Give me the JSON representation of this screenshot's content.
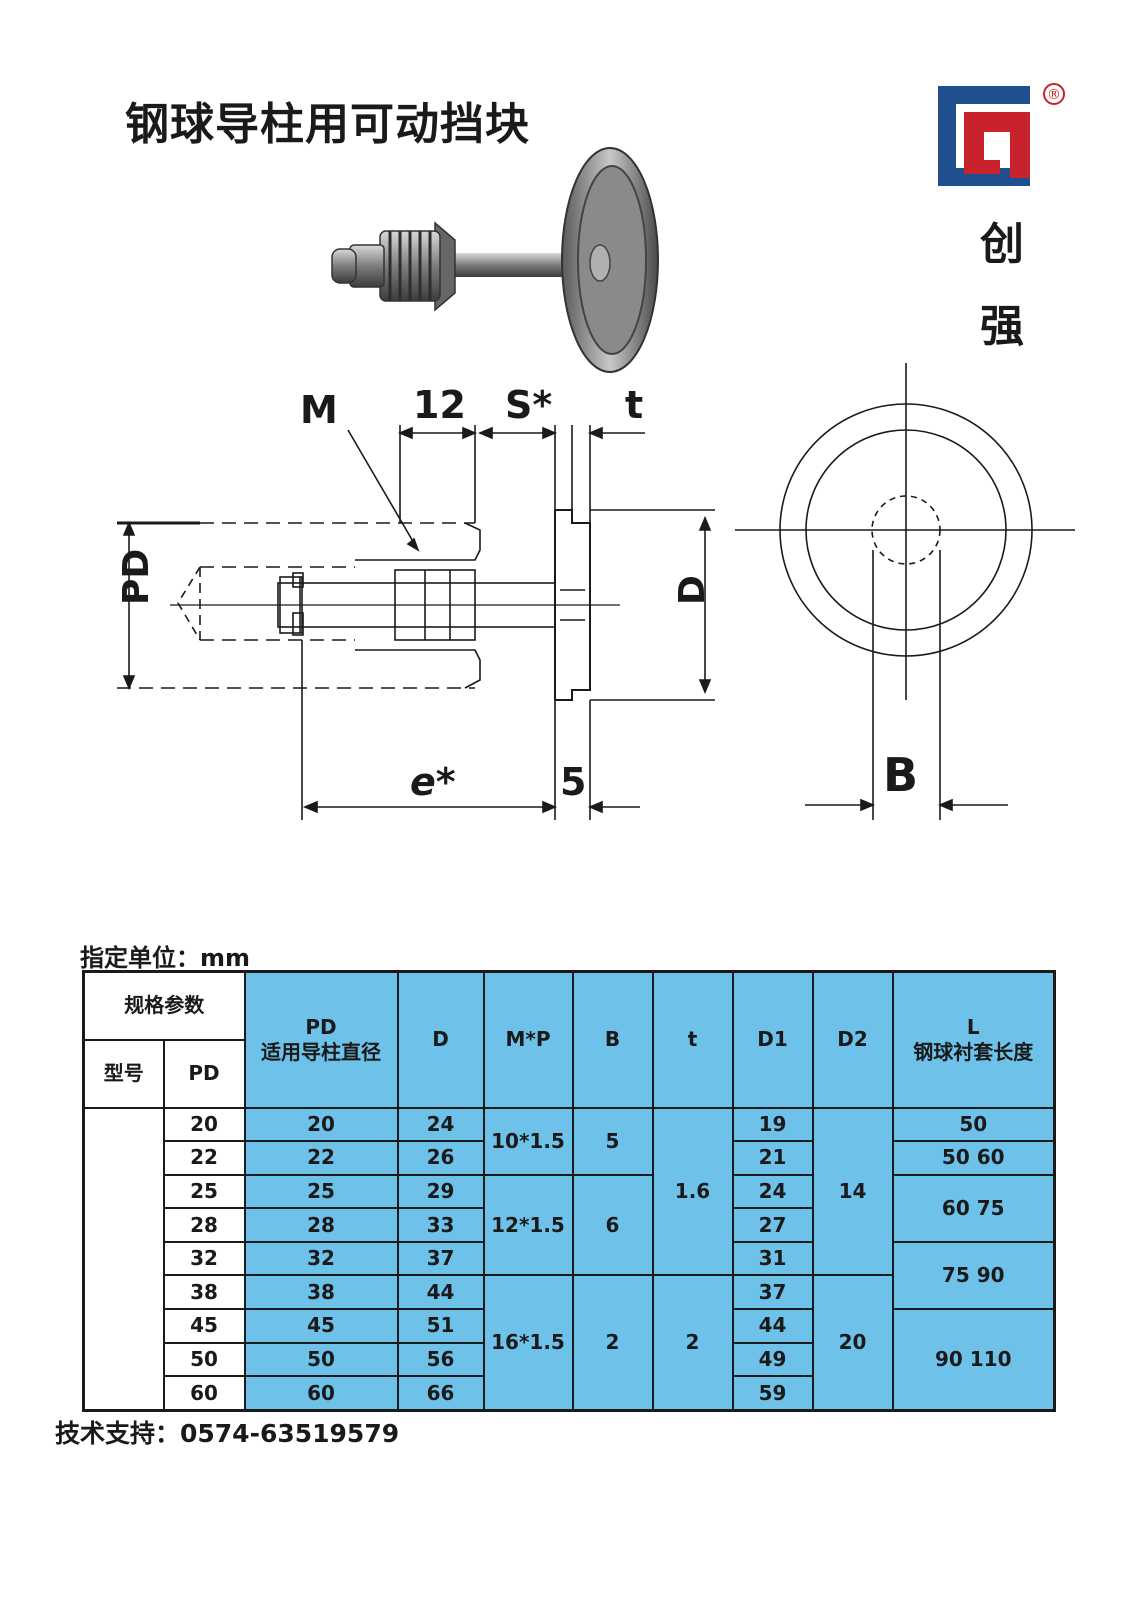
{
  "title": "钢球导柱用可动挡块",
  "brand": {
    "char1": "创",
    "char2": "强",
    "registered": "®"
  },
  "drawing": {
    "labels": {
      "m": "M",
      "twelve": "12",
      "s": "S*",
      "t": "t",
      "pd": "PD",
      "d": "D",
      "e": "e*",
      "five": "5",
      "b": "B"
    }
  },
  "unit_label": "指定单位：mm",
  "table": {
    "header": {
      "spec_params": "规格参数",
      "model": "型号",
      "pd": "PD",
      "pd_main": "PD",
      "pd_sub": "适用导柱直径",
      "d": "D",
      "mp": "M*P",
      "b": "B",
      "t": "t",
      "d1": "D1",
      "d2": "D2",
      "l_main": "L",
      "l_sub": "钢球衬套长度"
    },
    "rows": [
      {
        "pd": "20",
        "pd2": "20",
        "d": "24",
        "d1": "19"
      },
      {
        "pd": "22",
        "pd2": "22",
        "d": "26",
        "d1": "21"
      },
      {
        "pd": "25",
        "pd2": "25",
        "d": "29",
        "d1": "24"
      },
      {
        "pd": "28",
        "pd2": "28",
        "d": "33",
        "d1": "27"
      },
      {
        "pd": "32",
        "pd2": "32",
        "d": "37",
        "d1": "31"
      },
      {
        "pd": "38",
        "pd2": "38",
        "d": "44",
        "d1": "37"
      },
      {
        "pd": "45",
        "pd2": "45",
        "d": "51",
        "d1": "44"
      },
      {
        "pd": "50",
        "pd2": "50",
        "d": "56",
        "d1": "49"
      },
      {
        "pd": "60",
        "pd2": "60",
        "d": "66",
        "d1": "59"
      }
    ],
    "merged": {
      "mp_1": "10*1.5",
      "mp_2": "12*1.5",
      "mp_3": "16*1.5",
      "b_1": "5",
      "b_2": "6",
      "b_3": "2",
      "t_1": "1.6",
      "t_2": "2",
      "d2_1": "14",
      "d2_2": "20",
      "l_1": "50",
      "l_2": "50 60",
      "l_3": "60 75",
      "l_4": "75 90",
      "l_5": "90 110"
    }
  },
  "tech_support": "技术支持：0574-63519579",
  "colors": {
    "table_blue": "#6ec2ea",
    "logo_blue": "#1f4f8f",
    "logo_red": "#c8232c"
  }
}
